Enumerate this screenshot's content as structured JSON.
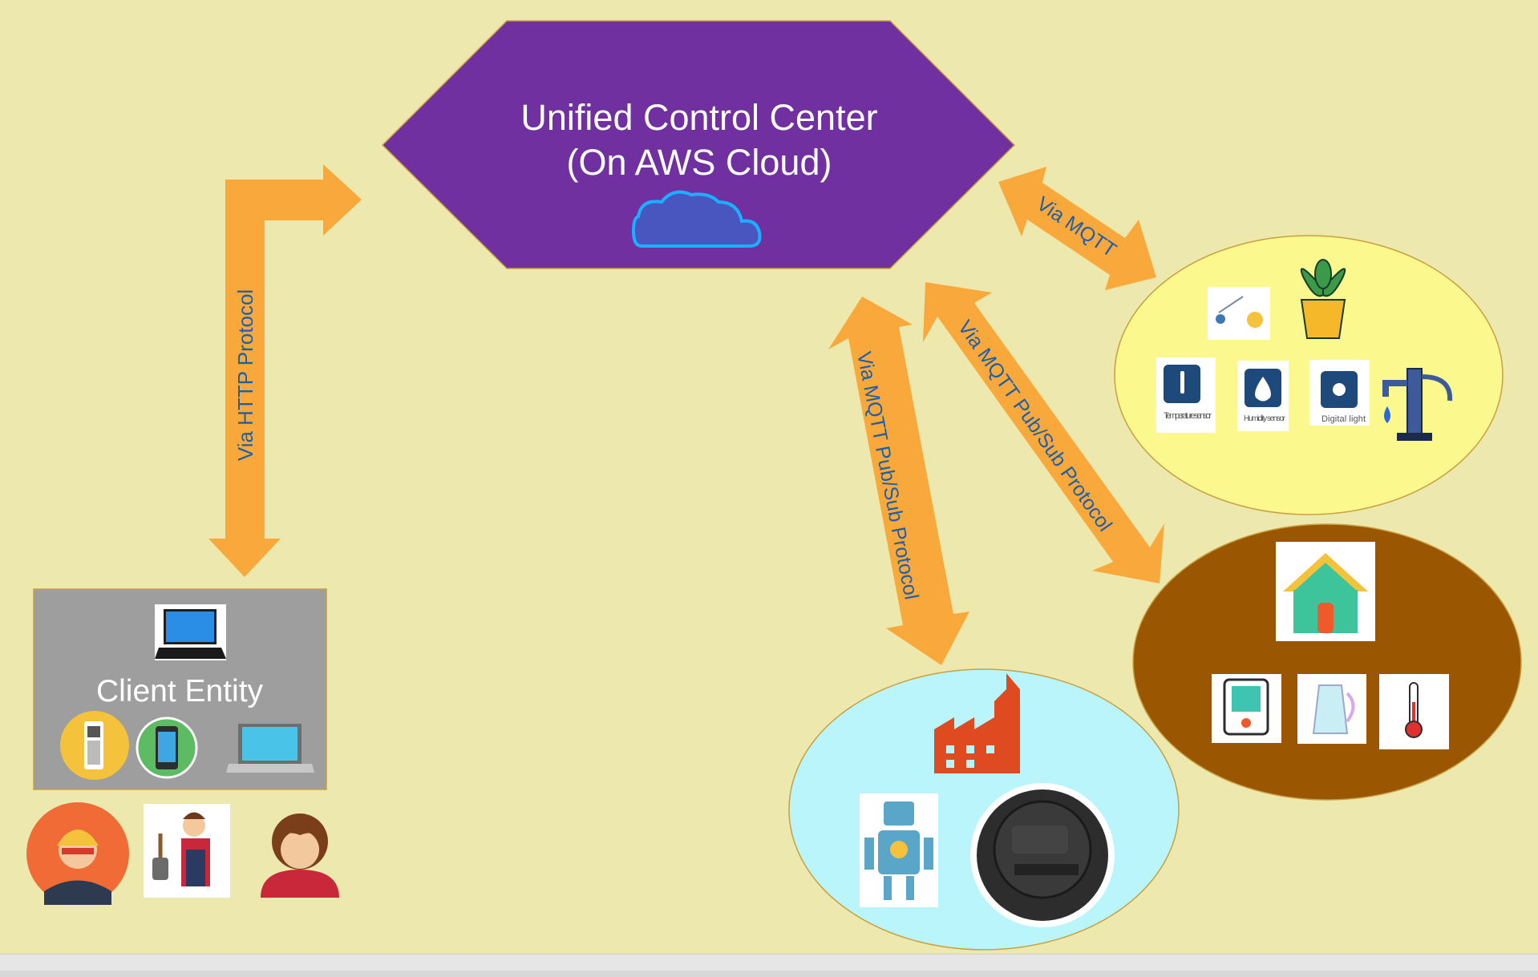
{
  "control_center": {
    "title_line1": "Unified Control Center",
    "title_line2": "(On AWS Cloud)",
    "fill": "#7030a0",
    "cloud_icon": "cloud-icon"
  },
  "client_entity": {
    "label": "Client Entity",
    "fill": "#9e9e9e",
    "icons": [
      "laptop-icon",
      "feature-phone-icon",
      "smartphone-icon",
      "laptop-open-icon"
    ],
    "users": [
      "engineer-avatar",
      "farmer-avatar",
      "woman-avatar"
    ]
  },
  "arrows": {
    "http_label": "Via HTTP Protocol",
    "mqtt_label": "Via MQTT",
    "mqtt_pubsub_label_industry": "Via MQTT Pub/Sub Protocol",
    "mqtt_pubsub_label_home": "Via MQTT Pub/Sub Protocol",
    "arrow_color": "#f9a93b",
    "label_color": "#1f5fa8"
  },
  "agriculture": {
    "fill": "#fbf98e",
    "sensors": {
      "temperature": "Temperature sensor",
      "humidity": "Humidity sensor",
      "light": "Digital light"
    },
    "icons": [
      "sprinkler-icon",
      "plant-icon",
      "temperature-sensor-icon",
      "humidity-sensor-icon",
      "light-sensor-icon",
      "water-pump-icon"
    ]
  },
  "home": {
    "fill": "#9a5600",
    "icons": [
      "house-icon",
      "thermostat-icon",
      "kettle-icon",
      "thermometer-icon"
    ]
  },
  "industry": {
    "fill": "#b9f5fb",
    "icons": [
      "factory-icon",
      "robot-icon",
      "robot-vacuum-icon"
    ]
  }
}
